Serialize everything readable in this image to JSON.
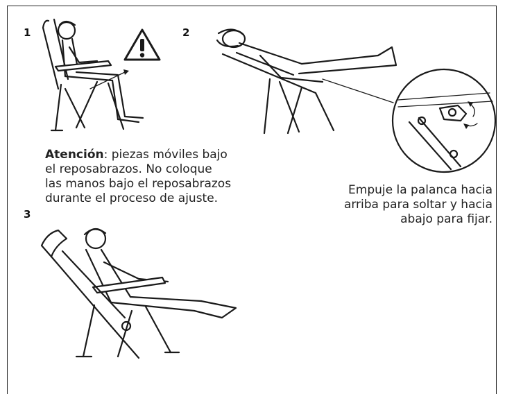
{
  "steps": [
    {
      "number": "1",
      "warning_bold": "Atención",
      "warning_rest": ": piezas móviles bajo",
      "warning_lines": [
        "el reposabrazos. No coloque",
        "las manos bajo el reposabrazos",
        "durante el proceso de ajuste."
      ]
    },
    {
      "number": "2",
      "caption_lines": [
        "Empuje la palanca hacia",
        "arriba para soltar y hacia",
        "abajo para fijar."
      ]
    },
    {
      "number": "3"
    }
  ],
  "icons": {
    "warning": "warning-triangle-icon"
  }
}
